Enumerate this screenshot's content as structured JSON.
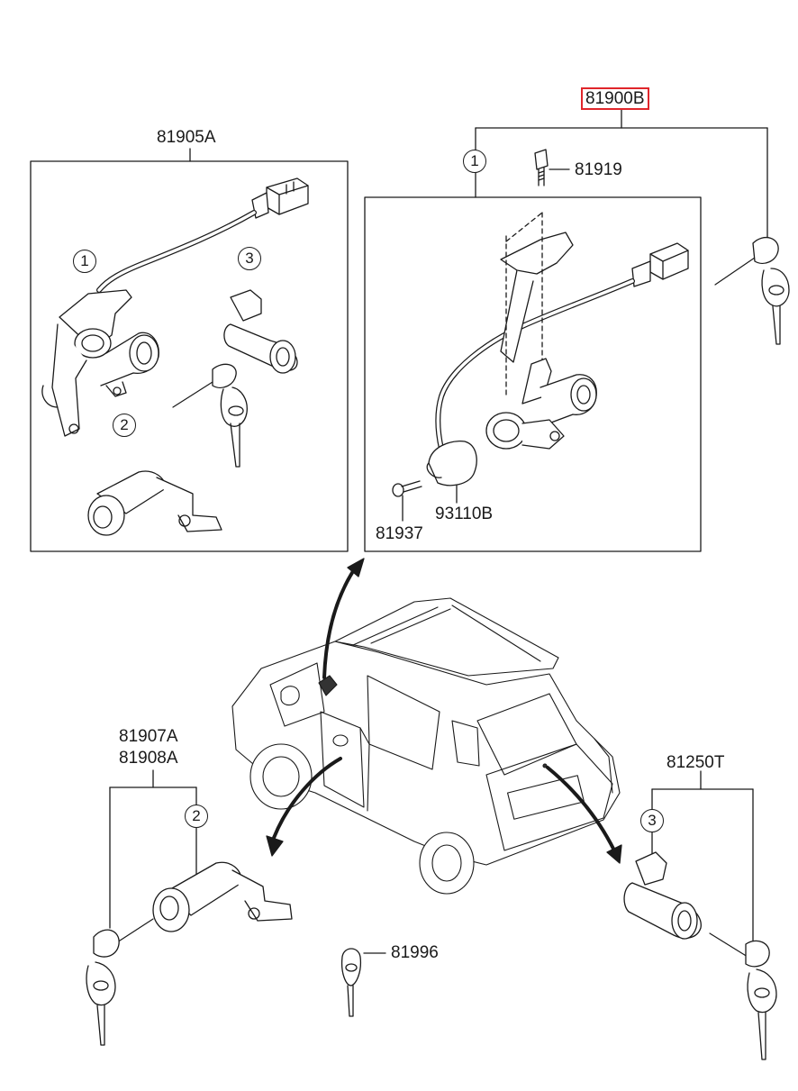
{
  "labels": {
    "top_assembly": "81900B",
    "left_assembly": "81905A",
    "bolt": "81919",
    "screw": "81937",
    "transponder": "93110B",
    "door_lock_1": "81907A",
    "door_lock_2": "81908A",
    "tailgate_lock": "81250T",
    "key_blank": "81996"
  },
  "callouts": {
    "left_c1": "1",
    "left_c2": "2",
    "left_c3": "3",
    "right_c1": "1",
    "bottom_left_c2": "2",
    "bottom_right_c3": "3"
  },
  "colors": {
    "line": "#1a1a1a",
    "highlight": "#e0262b"
  }
}
